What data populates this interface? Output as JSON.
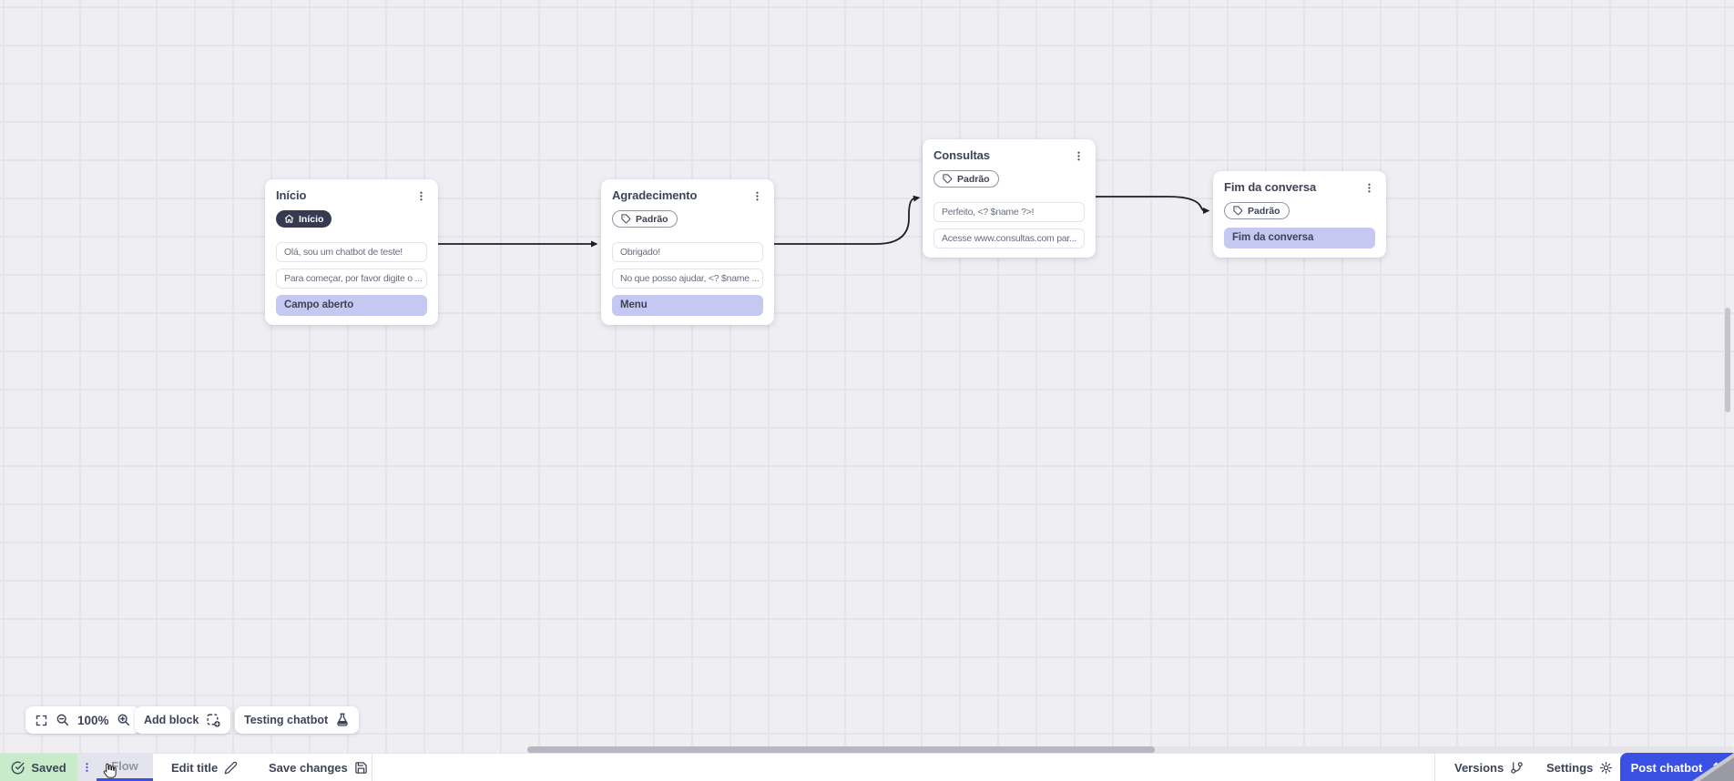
{
  "canvas": {
    "nodes": [
      {
        "title": "Início",
        "badge_label": "Início",
        "badge_type": "home",
        "messages": [
          "Olá, sou um chatbot de teste!",
          "Para começar, por favor digite o ..."
        ],
        "action": "Campo aberto"
      },
      {
        "title": "Agradecimento",
        "badge_label": "Padrão",
        "badge_type": "tag",
        "messages": [
          "Obrigado!",
          "No que posso ajudar, <? $name ..."
        ],
        "action": "Menu"
      },
      {
        "title": "Consultas",
        "badge_label": "Padrão",
        "badge_type": "tag",
        "messages": [
          "Perfeito, <? $name ?>!",
          "Acesse www.consultas.com par..."
        ]
      },
      {
        "title": "Fim da conversa",
        "badge_label": "Padrão",
        "badge_type": "tag",
        "messages": [],
        "action": "Fim da conversa"
      }
    ]
  },
  "toolbar": {
    "zoom_level": "100%",
    "add_block_label": "Add block",
    "testing_label": "Testing chatbot"
  },
  "statusbar": {
    "saved_label": "Saved",
    "flow_tab_label": "Flow",
    "edit_title_label": "Edit title",
    "save_changes_label": "Save changes",
    "versions_label": "Versions",
    "settings_label": "Settings",
    "post_label": "Post chatbot"
  },
  "icons": {
    "node_menu": "three-dots-vertical",
    "start_badge": "home-icon",
    "default_badge": "tag-icon",
    "zoom_controls": [
      "fullscreen-icon",
      "zoom-out-icon",
      "zoom-in-icon"
    ],
    "add_block": "dashed-square-plus-icon",
    "testing": "flask-icon",
    "saved": "check-circle-icon",
    "edit_title": "pencil-icon",
    "save_changes": "floppy-icon",
    "versions": "git-branch-icon",
    "settings": "gear-icon",
    "post": "upload-icon"
  },
  "colors": {
    "accent_blue": "#3a50e2",
    "action_purple": "#c5c9f2",
    "saved_green": "#c8ecca",
    "badge_dark": "#363b52",
    "wire": "#1d1f27",
    "canvas_bg": "#efeff3"
  }
}
